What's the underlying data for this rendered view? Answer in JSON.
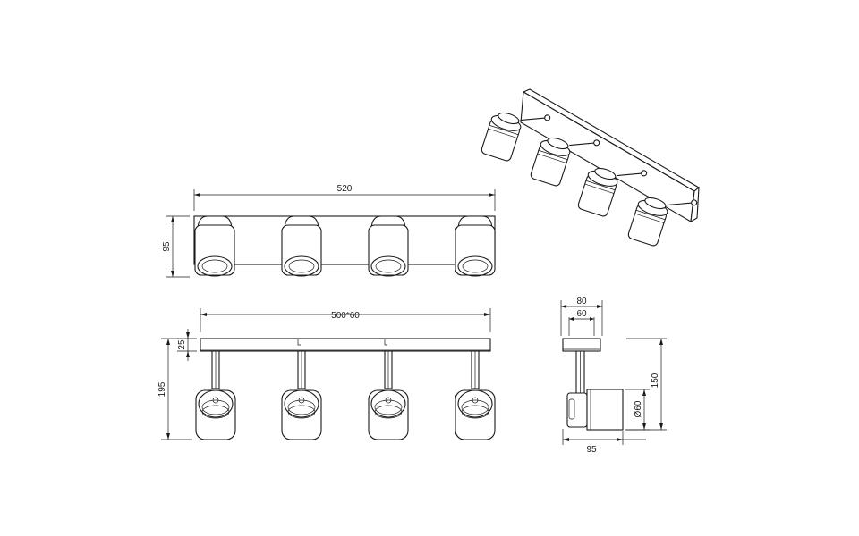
{
  "dimensions": {
    "top_width": "520",
    "top_height": "95",
    "front_width": "500*60",
    "front_plate": "25",
    "front_height": "195",
    "side_outer": "80",
    "side_inner": "60",
    "side_height": "150",
    "side_diameter": "Ø60",
    "side_depth": "95"
  },
  "spot_count": 4,
  "colors": {
    "line": "#1a1a1a",
    "background": "#ffffff"
  }
}
